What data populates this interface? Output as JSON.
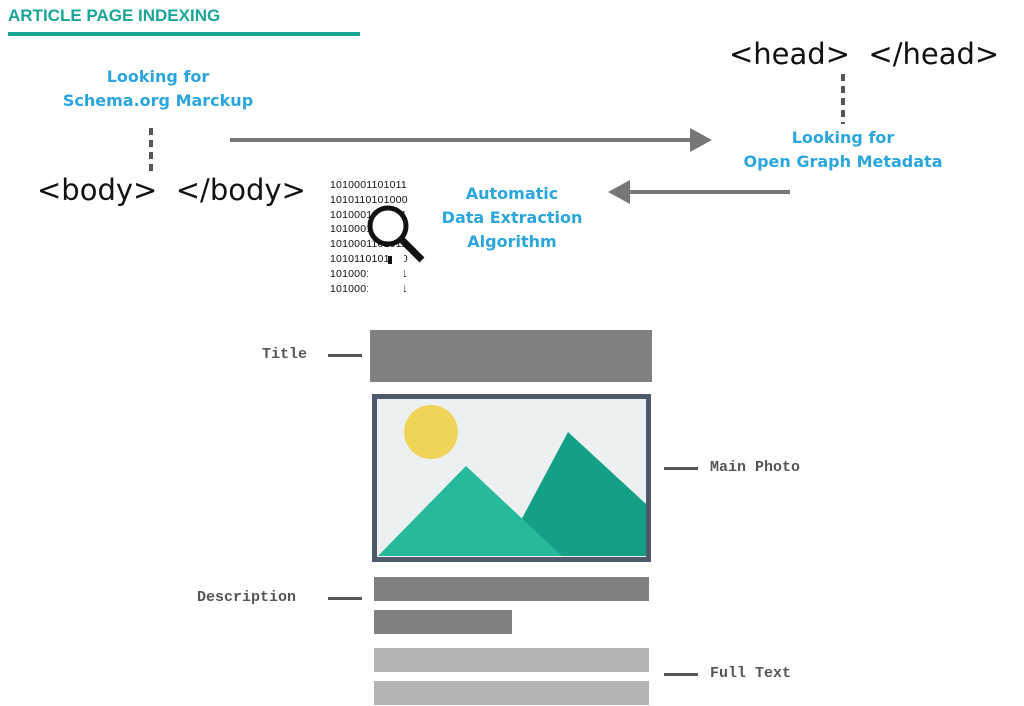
{
  "header": {
    "title": "ARTICLE PAGE INDEXING"
  },
  "schema": {
    "line1": "Looking for",
    "line2": "Schema.org Marckup"
  },
  "body_tag": {
    "text": "<body>  </body>"
  },
  "head_tag": {
    "text": "<head>  </head>"
  },
  "open_graph": {
    "line1": "Looking for",
    "line2": "Open Graph Metadata"
  },
  "algorithm": {
    "line1": "Automatic",
    "line2": "Data Extraction",
    "line3": "Algorithm"
  },
  "binary": {
    "rows": [
      "1010001101011",
      "1010110101000",
      "1010001101011",
      "1010001101011",
      "1010001101011",
      "1010110101000",
      "1010001101011",
      "1010001101011"
    ]
  },
  "labels": {
    "title": "Title",
    "main_photo": "Main Photo",
    "description": "Description",
    "full_text": "Full Text"
  },
  "colors": {
    "heading": "#1aa597",
    "blue_text": "#2aa6dd",
    "sun": "#f0d45a",
    "mountain_left": "#26b99a",
    "mountain_right": "#13a085",
    "photo_frame": "#4f5a6b",
    "photo_bg": "#ecf0f1"
  },
  "icons": [
    "magnifier-icon",
    "arrow-right-icon",
    "arrow-left-icon",
    "image-placeholder-icon"
  ]
}
